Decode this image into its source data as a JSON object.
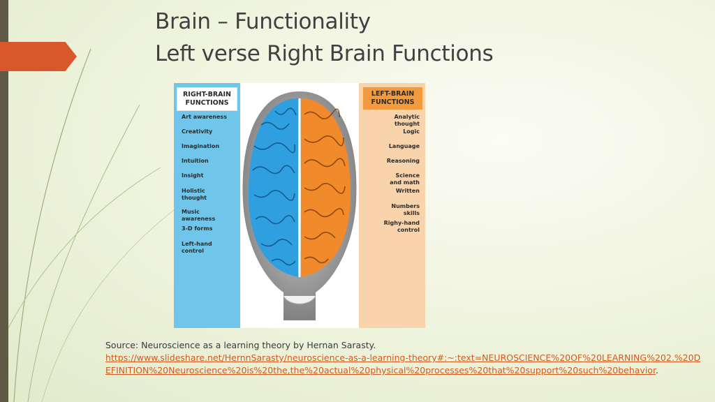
{
  "slide": {
    "title_line1": "Brain – Functionality",
    "title_line2": "Left verse Right Brain Functions"
  },
  "figure": {
    "right_brain_header": "RIGHT-BRAIN\nFUNCTIONS",
    "left_brain_header": "LEFT-BRAIN\nFUNCTIONS",
    "right_brain_functions": [
      "Art awareness",
      "Creativity",
      "Imagination",
      "Intuition",
      "Insight",
      "Holistic\nthought",
      "Music\nawareness",
      "3-D forms",
      "Left-hand\ncontrol"
    ],
    "left_brain_functions": [
      "Analytic\nthought",
      "Logic",
      "Language",
      "Reasoning",
      "Science\nand math",
      "Written",
      "Numbers\nskills",
      "Righy-hand\ncontrol"
    ],
    "colors": {
      "right_panel": "#6fc6ea",
      "left_panel": "#f9d3ac",
      "right_hemisphere": "#2f9fe0",
      "left_hemisphere": "#f08a2a"
    }
  },
  "source": {
    "text": "Source: Neuroscience as a learning theory by Hernan Sarasty.",
    "link": "https://www.slideshare.net/HernnSarasty/neuroscience-as-a-learning-theory#:~:text=NEUROSCIENCE%20OF%20LEARNING%202.%20DEFINITION%20Neuroscience%20is%20the,the%20actual%20physical%20processes%20that%20support%20such%20behavior",
    "trailing": "."
  },
  "colors": {
    "accent": "#d9582b",
    "bar": "#5f5a46",
    "link": "#d15b1e"
  }
}
